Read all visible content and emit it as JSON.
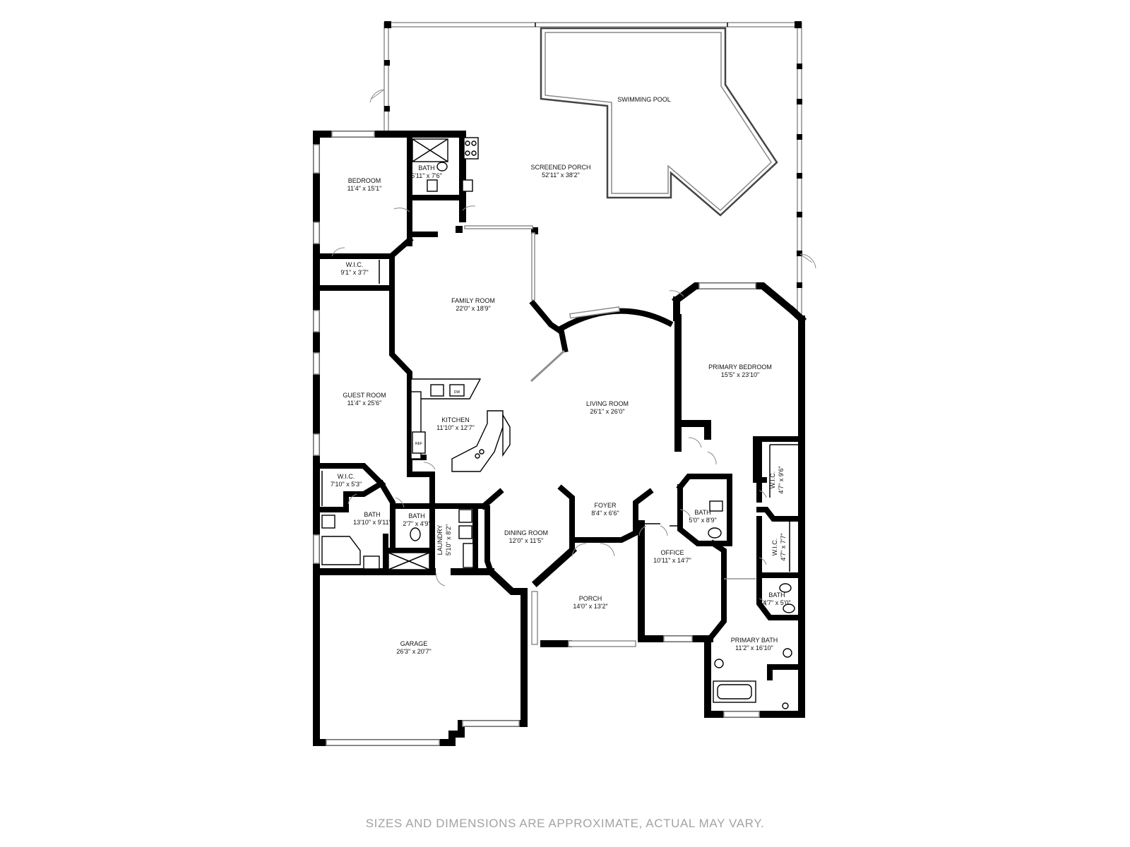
{
  "rooms": {
    "swimming_pool": {
      "name": "SWIMMING POOL"
    },
    "screened_porch": {
      "name": "SCREENED PORCH",
      "dim": "52'11\" x 38'2\""
    },
    "bedroom": {
      "name": "BEDROOM",
      "dim": "11'4\" x 15'1\""
    },
    "bath_upper": {
      "name": "BATH",
      "dim": "5'11\" x 7'6\""
    },
    "wic_bedroom": {
      "name": "W.I.C.",
      "dim": "9'1\" x 3'7\""
    },
    "family_room": {
      "name": "FAMILY ROOM",
      "dim": "22'0\" x 18'9\""
    },
    "primary_bedroom": {
      "name": "PRIMARY BEDROOM",
      "dim": "15'5\" x 23'10\""
    },
    "guest_room": {
      "name": "GUEST ROOM",
      "dim": "11'4\" x 25'6\""
    },
    "kitchen": {
      "name": "KITCHEN",
      "dim": "11'10\" x 12'7\""
    },
    "living_room": {
      "name": "LIVING ROOM",
      "dim": "26'1\" x 26'0\""
    },
    "wic_guest": {
      "name": "W.I.C.",
      "dim": "7'10\" x 5'3\""
    },
    "wic_primary_a": {
      "name": "W.I.C.",
      "dim": "4'7\" x 9'6\""
    },
    "foyer": {
      "name": "FOYER",
      "dim": "8'4\" x 6'6\""
    },
    "bath_guest": {
      "name": "BATH",
      "dim": "13'10\" x 9'11\""
    },
    "bath_small": {
      "name": "BATH",
      "dim": "2'7\" x 4'9\""
    },
    "bath_center": {
      "name": "BATH",
      "dim": "5'0\" x 8'9\""
    },
    "laundry": {
      "name": "LAUNDRY",
      "dim": "5'10\" x 8'2\""
    },
    "dining_room": {
      "name": "DINING ROOM",
      "dim": "12'0\" x 11'5\""
    },
    "wic_primary_b": {
      "name": "W.I.C.",
      "dim": "4'7\" x 7'7\""
    },
    "office": {
      "name": "OFFICE",
      "dim": "10'11\" x 14'7\""
    },
    "porch": {
      "name": "PORCH",
      "dim": "14'0\" x 13'2\""
    },
    "bath_primary_small": {
      "name": "BATH",
      "dim": "4'7\" x 5'0\""
    },
    "garage": {
      "name": "GARAGE",
      "dim": "26'3\" x 20'7\""
    },
    "primary_bath": {
      "name": "PRIMARY BATH",
      "dim": "11'2\" x 16'10\""
    }
  },
  "fixture_labels": {
    "dishwasher": "DW",
    "refrigerator": "REF"
  },
  "disclaimer": "SIZES AND DIMENSIONS ARE APPROXIMATE, ACTUAL MAY VARY."
}
